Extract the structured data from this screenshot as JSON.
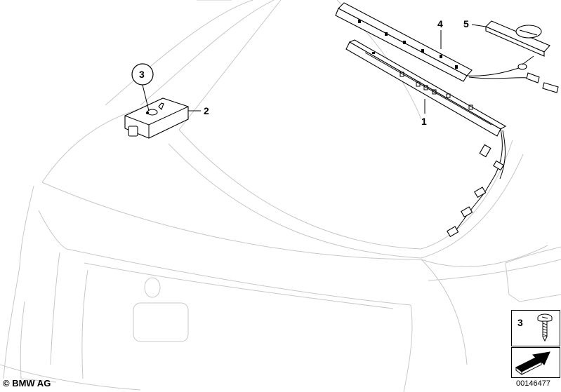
{
  "callouts": {
    "c1": "1",
    "c2": "2",
    "c3": "3",
    "c4": "4",
    "c5": "5"
  },
  "legend": {
    "screw_number": "3"
  },
  "footer": {
    "copyright": "© BMW AG",
    "diagram_number": "00146477"
  },
  "icons": {
    "screw": "screw-icon",
    "orientation_arrow": "orientation-arrow-icon"
  }
}
